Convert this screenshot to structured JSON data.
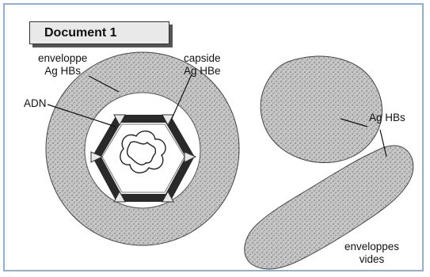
{
  "document": {
    "title": "Document 1"
  },
  "labels": {
    "envelope_line1": "enveloppe",
    "envelope_line2": "Ag HBs",
    "capsid_line1": "capside",
    "capsid_line2": "Ag HBe",
    "dna": "ADN",
    "ag_hbs": "Ag HBs",
    "empty_envelopes_line1": "enveloppes",
    "empty_envelopes_line2": "vides"
  },
  "colors": {
    "frame": "#8fb0d4",
    "stipple": "#b5b5b5",
    "capsid_bar": "#2a2a2a",
    "title_box": "#e9e9e9"
  }
}
